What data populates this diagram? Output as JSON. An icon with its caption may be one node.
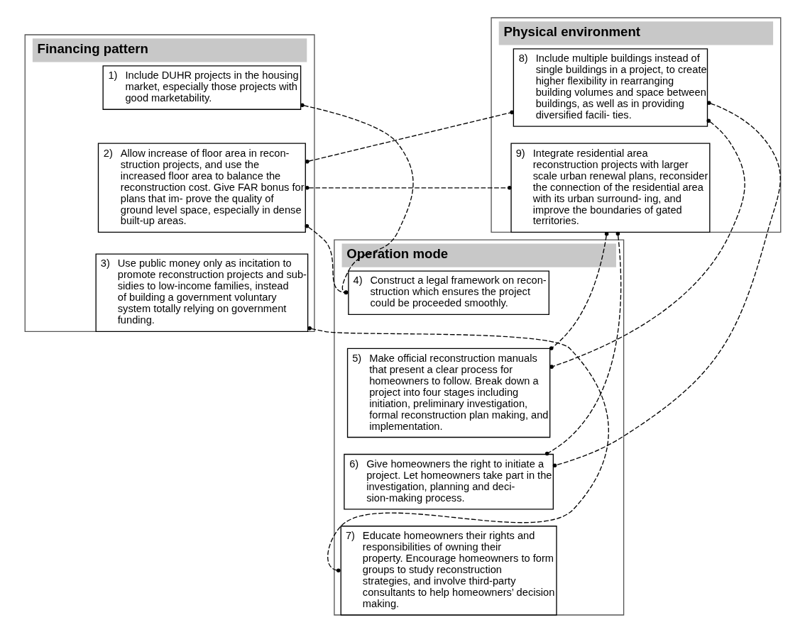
{
  "diagram": {
    "nodes": [
      {
        "text": [
          "Financing pattern"
        ]
      },
      {
        "text": [
          "1)",
          "Include DUHR projects in the housing market, especially those projects with good marketability."
        ],
        "in": 0
      },
      {
        "text": [
          "2)",
          "Allow increase of floor area in recon- struction projects, and use the increased floor area to balance the reconstruction cost. Give FAR bonus for plans that im- prove the quality of ground level space, especially in dense built-up areas."
        ],
        "in": 0
      },
      {
        "text": [
          "3)",
          "Use public money only as incitation to promote reconstruction projects and sub- sidies to low-income families, instead of building a government voluntary system totally relying on government funding."
        ],
        "in": 0
      },
      {
        "text": [
          "Operation mode"
        ]
      },
      {
        "text": [
          "4)",
          "Construct a legal framework on recon- struction which ensures the project could be proceeded smoothly."
        ],
        "in": 4
      },
      {
        "text": [
          "5)",
          "Make official reconstruction manuals that present a clear process for homeowners to follow. Break down a project into four stages including initiation, preliminary investigation, formal reconstruction plan making, and implementation."
        ],
        "in": 4
      },
      {
        "text": [
          "6)",
          "Give homeowners the right to initiate a project. Let homeowners take part in the investigation, planning and deci- sion-making process."
        ],
        "in": 4
      },
      {
        "text": [
          "7)",
          "Educate homeowners their rights and responsibilities of owning their property. Encourage homeowners to form groups to study reconstruction strategies, and involve third-party consultants to help homeowners’ decision making."
        ],
        "in": 4
      },
      {
        "text": [
          "Physical environment"
        ]
      },
      {
        "text": [
          "8)",
          "Include multiple buildings instead of single buildings in a project, to create higher flexibility in rearranging building volumes and space between buildings, as well as in providing diversified facili- ties."
        ],
        "in": 9
      },
      {
        "text": [
          "9)",
          "Integrate residential area reconstruction projects with larger scale urban renewal plans, reconsider the connection of the residential area with its urban surround- ing, and improve the boundaries of gated territories."
        ],
        "in": 9
      }
    ],
    "edges": [
      {
        "from": 1,
        "to": 5,
        "arrow": "other",
        "style": "dashed"
      },
      {
        "from": 2,
        "to": 5,
        "arrow": "other",
        "style": "dashed"
      },
      {
        "from": 2,
        "to": 10,
        "arrow": "other",
        "style": "dashed"
      },
      {
        "from": 2,
        "to": 11,
        "arrow": "other",
        "style": "dashed"
      },
      {
        "from": 3,
        "to": 8,
        "arrow": "other",
        "style": "dashed"
      },
      {
        "from": 10,
        "to": 6,
        "arrow": "other",
        "style": "dashed"
      },
      {
        "from": 10,
        "to": 7,
        "arrow": "other",
        "style": "dashed"
      },
      {
        "from": 11,
        "to": 6,
        "arrow": "other",
        "style": "dashed"
      },
      {
        "from": 11,
        "to": 7,
        "arrow": "other",
        "style": "dashed"
      }
    ]
  }
}
